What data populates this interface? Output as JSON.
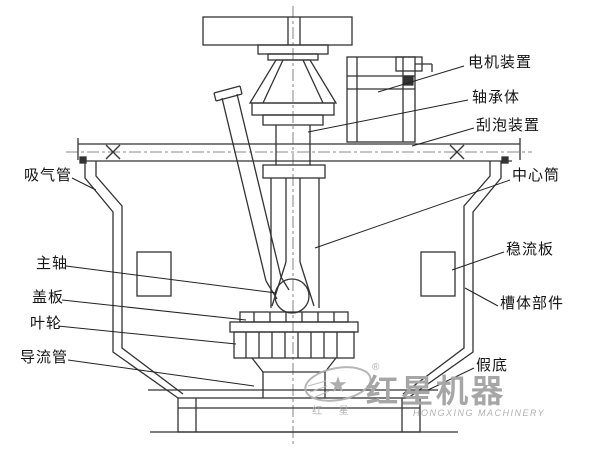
{
  "diagram": {
    "labels": {
      "motor": "电机装置",
      "bearing": "轴承体",
      "scraper": "刮泡装置",
      "center_tube": "中心筒",
      "suction_pipe": "吸气管",
      "stabilizer": "稳流板",
      "main_shaft": "主轴",
      "tank_body": "槽体部件",
      "cover_plate": "盖板",
      "impeller": "叶轮",
      "guide_pipe": "导流管",
      "false_bottom": "假底"
    },
    "line_color": "#333333"
  },
  "watermark": {
    "cn": "红星机器",
    "cn_small": "红 星",
    "en": "HONGXING MACHINERY",
    "reg": "®"
  },
  "icons": {
    "star": "★"
  }
}
